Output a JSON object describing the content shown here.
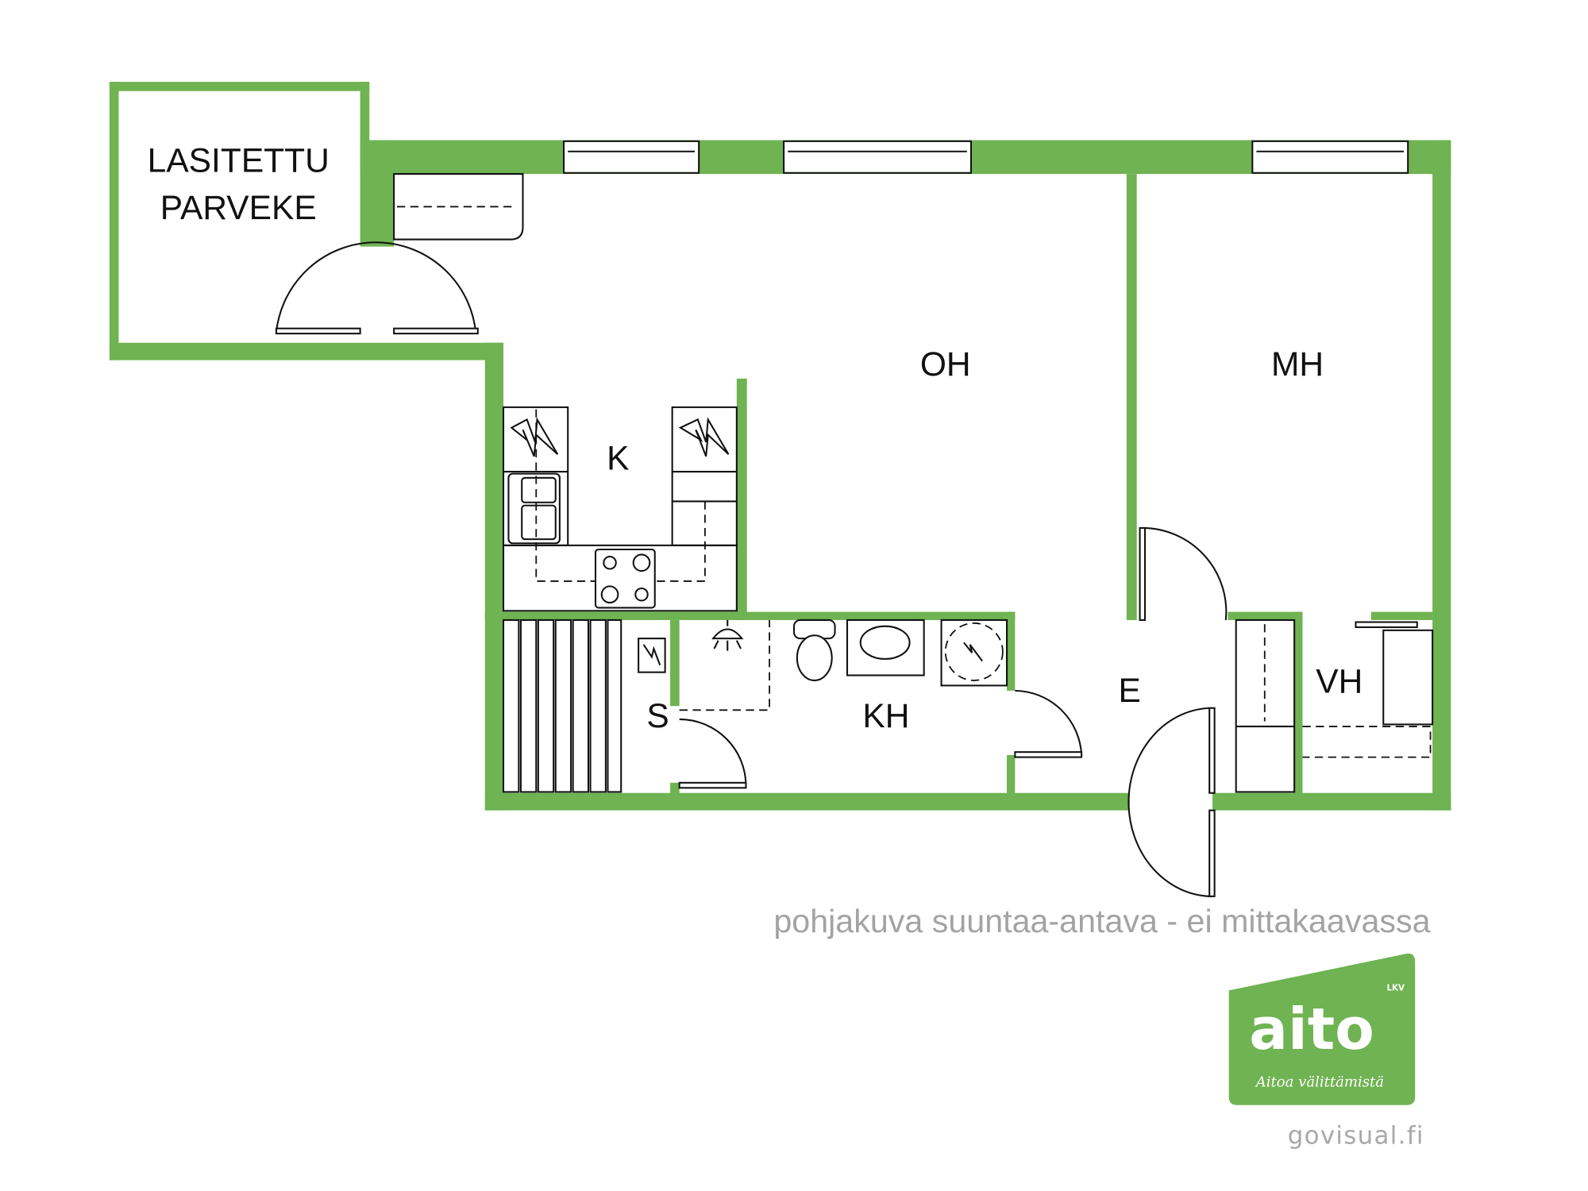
{
  "rooms": {
    "balcony_line1": "LASITETTU",
    "balcony_line2": "PARVEKE",
    "living": "OH",
    "bedroom": "MH",
    "kitchen": "K",
    "bathroom": "KH",
    "sauna": "S",
    "hall": "E",
    "wardrobe": "VH"
  },
  "disclaimer": "pohjakuva suuntaa-antava - ei mittakaavassa",
  "logo": {
    "name": "aito",
    "suffix": "LKV",
    "tagline": "Aitoa välittämistä"
  },
  "credit": "govisual.fi",
  "colors": {
    "wall": "#6fb352",
    "note": "#a3a3a3"
  }
}
